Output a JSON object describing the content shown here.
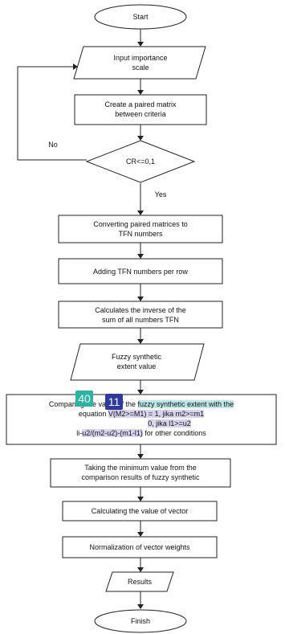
{
  "flowchart": {
    "start": "Start",
    "input_scale": [
      "Input importance",
      "scale"
    ],
    "paired_matrix": [
      "Create a paired matrix",
      "between criteria"
    ],
    "decision": "CR<=0,1",
    "no_label": "No",
    "yes_label": "Yes",
    "tfn_convert": [
      "Converting paired matrices to",
      "TFN numbers"
    ],
    "adding_tfn": "Adding TFN numbers per row",
    "inverse_sum": [
      "Calculates the inverse of the",
      "sum of all numbers TFN"
    ],
    "fuzzy_value": [
      "Fuzzy synthetic",
      "extent value"
    ],
    "comparing": {
      "line1_pre": "Comparing",
      "line1_mid": "the value of the",
      "line1_hl": "fuzzy synthetic extent with the",
      "line2_pre": "equation",
      "line2_hl": "V(M2>=M1) = 1, jika m2>=m1",
      "line3_hl": "0, jika l1>=u2",
      "line4_pre": "li-",
      "line4_hl": "u2/(m2-u2)-(m1-l1)",
      "line4_post": "for other conditions"
    },
    "minimum": [
      "Taking the minimum value from the",
      "comparison results of fuzzy synthetic"
    ],
    "vector_value": "Calculating the value of vector",
    "normalization": "Normalization of vector weights",
    "results": "Results",
    "finish": "Finish"
  },
  "badges": {
    "first": "40",
    "second": "11"
  },
  "colors": {
    "badge_teal": "#2bb3a3",
    "badge_navy": "#2e3a9e",
    "highlight_teal": "#bfe6e6",
    "highlight_lavender": "#d8d3ee"
  }
}
